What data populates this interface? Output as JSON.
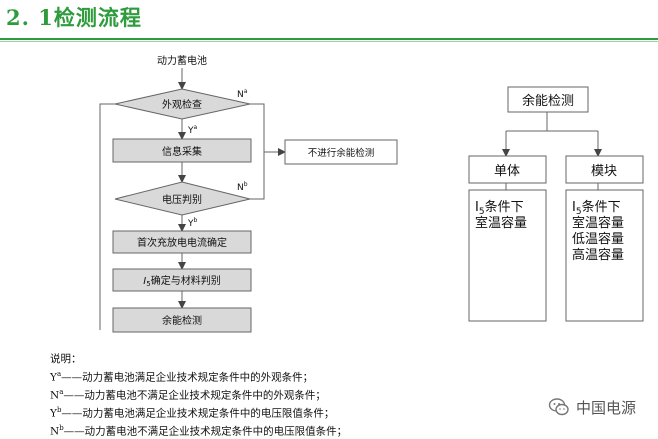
{
  "title": "2. 1检测流程",
  "flow": {
    "start": "动力蓄电池",
    "diamond1": "外观检查",
    "n_a": "Na",
    "y_a": "Ya",
    "box_info": "信息采集",
    "box_skip": "不进行余能检测",
    "diamond2": "电压判别",
    "n_b": "Nb",
    "y_b": "Yb",
    "box_current": "首次充放电电流确定",
    "box_material_prefix": "I",
    "box_material_sub": "5",
    "box_material_rest": "确定与材料判别",
    "box_residual": "余能检测"
  },
  "tree": {
    "root": "余能检测",
    "left": "单体",
    "right": "模块",
    "left_detail_l1_prefix": "I",
    "left_detail_l1_sub": "5",
    "left_detail_l1_rest": "条件下",
    "left_detail_l2": "室温容量",
    "right_detail_l1_prefix": "I",
    "right_detail_l1_sub": "5",
    "right_detail_l1_rest": "条件下",
    "right_detail_l2": "室温容量",
    "right_detail_l3": "低温容量",
    "right_detail_l4": "高温容量"
  },
  "notes": {
    "heading": "说明：",
    "items": [
      {
        "sym": "Y",
        "sup": "a",
        "text": "——动力蓄电池满足企业技术规定条件中的外观条件；"
      },
      {
        "sym": "N",
        "sup": "a",
        "text": "——动力蓄电池不满足企业技术规定条件中的外观条件；"
      },
      {
        "sym": "Y",
        "sup": "b",
        "text": "——动力蓄电池满足企业技术规定条件中的电压限值条件；"
      },
      {
        "sym": "N",
        "sup": "b",
        "text": "——动力蓄电池不满足企业技术规定条件中的电压限值条件；"
      }
    ]
  },
  "watermark": "中国电源",
  "colors": {
    "title_green": "#2e9b3c",
    "box_fill": "#d9d9d9",
    "stroke": "#666666"
  }
}
